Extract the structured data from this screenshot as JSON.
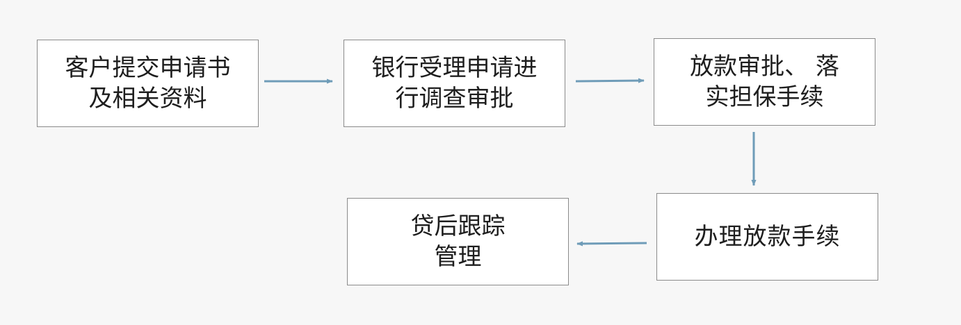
{
  "diagram": {
    "nodes": [
      {
        "id": "submit",
        "lines": [
          "客户提交申请书",
          "及相关资料"
        ]
      },
      {
        "id": "review",
        "lines": [
          "银行受理申请进",
          "行调查审批"
        ]
      },
      {
        "id": "approve",
        "lines": [
          "放款审批、 落",
          "实担保手续"
        ]
      },
      {
        "id": "disburse",
        "lines": [
          "办理放款手续"
        ]
      },
      {
        "id": "followup",
        "lines": [
          "贷后跟踪",
          "管理"
        ]
      }
    ],
    "edges": [
      {
        "from": "submit",
        "to": "review"
      },
      {
        "from": "review",
        "to": "approve"
      },
      {
        "from": "approve",
        "to": "disburse"
      },
      {
        "from": "disburse",
        "to": "followup"
      }
    ],
    "arrow_color": "#6f9cb8",
    "border_color": "#8a8a8a",
    "text_color": "#1e1e1e"
  }
}
